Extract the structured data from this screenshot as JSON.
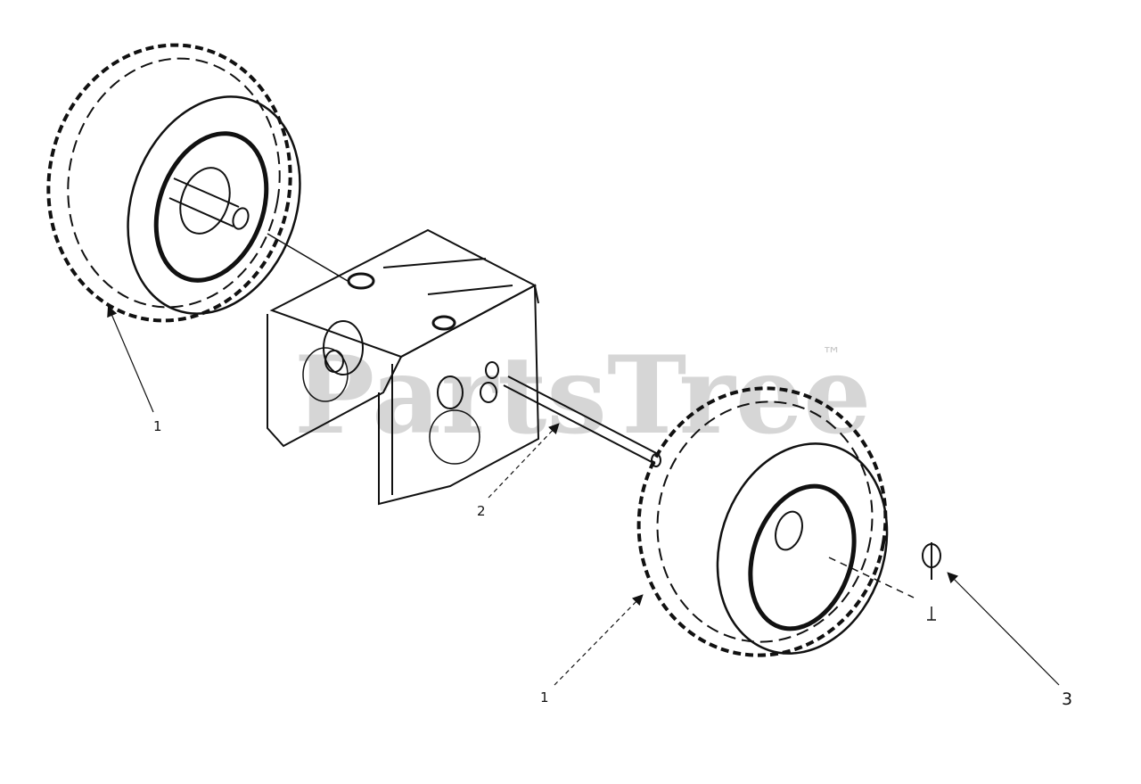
{
  "watermark": {
    "text": "PartsTree",
    "trademark": "™"
  },
  "callouts": [
    {
      "id": "c1a",
      "number": "1"
    },
    {
      "id": "c1b",
      "number": "1"
    },
    {
      "id": "c2",
      "number": "2"
    },
    {
      "id": "c3",
      "number": "3"
    }
  ],
  "parts": [
    {
      "number": "1",
      "icon": "wheel-tire-icon"
    },
    {
      "number": "2",
      "icon": "axle-shaft-icon"
    },
    {
      "number": "3",
      "icon": "clevis-pin-icon"
    }
  ],
  "colors": {
    "line": "#111111",
    "watermark": "#c9c9c9",
    "background": "#ffffff"
  }
}
